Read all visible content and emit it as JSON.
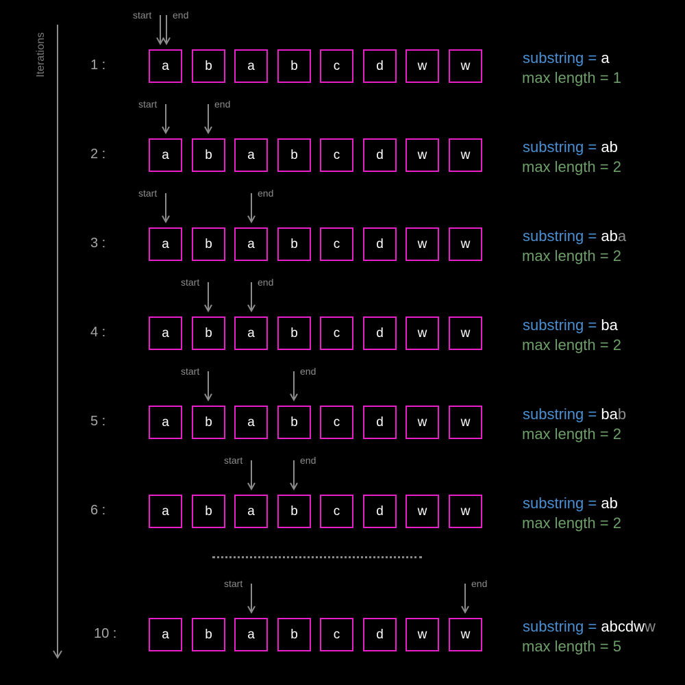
{
  "axis_label": "Iterations",
  "characters": [
    "a",
    "b",
    "a",
    "b",
    "c",
    "d",
    "w",
    "w"
  ],
  "pointer_labels": {
    "start": "start",
    "end": "end"
  },
  "substring_label": "substring =",
  "max_length_label": "max length =",
  "ellipsis": "..........................................",
  "colors": {
    "cell_border": "#e81fc8",
    "substring_key": "#4a8fd1",
    "max_key": "#6e9f6a",
    "arrow": "#8c8c8c"
  },
  "iterations": [
    {
      "label": "1 :",
      "start": 0,
      "end": 0,
      "substring": "a",
      "substring_pending": "",
      "max_length": "1"
    },
    {
      "label": "2 :",
      "start": 0,
      "end": 1,
      "substring": "ab",
      "substring_pending": "",
      "max_length": "2"
    },
    {
      "label": "3 :",
      "start": 0,
      "end": 2,
      "substring": "ab",
      "substring_pending": "a",
      "max_length": "2"
    },
    {
      "label": "4 :",
      "start": 1,
      "end": 2,
      "substring": "ba",
      "substring_pending": "",
      "max_length": "2"
    },
    {
      "label": "5 :",
      "start": 1,
      "end": 3,
      "substring": "ba",
      "substring_pending": "b",
      "max_length": "2"
    },
    {
      "label": "6 :",
      "start": 2,
      "end": 3,
      "substring": "ab",
      "substring_pending": "",
      "max_length": "2"
    },
    {
      "label": "10 :",
      "start": 2,
      "end": 7,
      "substring": "abcdw",
      "substring_pending": "w",
      "max_length": "5"
    }
  ]
}
